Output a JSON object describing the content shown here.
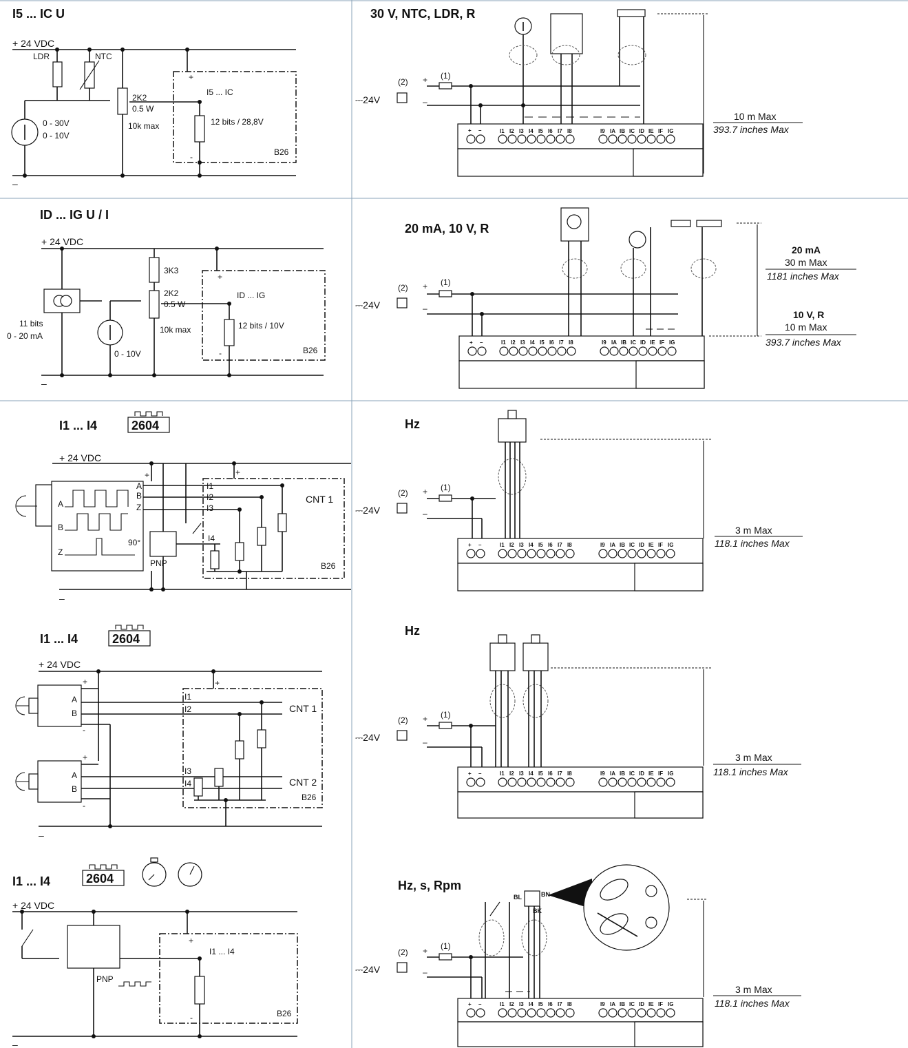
{
  "supply": {
    "plus_24vdc": "+ 24 VDC",
    "minus": "–",
    "dc24v": "⎓24V",
    "fuse_ref": "(1)",
    "supply_ref": "(2)",
    "plus": "+",
    "minus_term": "–"
  },
  "terminals": {
    "left_group": [
      "I1",
      "I2",
      "I3",
      "I4",
      "I5",
      "I6",
      "I7",
      "I8"
    ],
    "right_group": [
      "I9",
      "IA",
      "IB",
      "IC",
      "ID",
      "IE",
      "IF",
      "IG"
    ]
  },
  "rows": [
    {
      "left": {
        "title": "I5 ... IC   U",
        "labels": {
          "ldr": "LDR",
          "ntc": "NTC",
          "pot": "2K2",
          "pot_w": "0.5 W",
          "pot_max": "10k max",
          "src_range_1": "0 - 30V",
          "src_range_2": "0 - 10V",
          "input": "I5 ... IC",
          "res": "12 bits / 28,8V",
          "module": "B26"
        }
      },
      "right": {
        "title": "30 V, NTC, LDR,  R",
        "length": "10 m Max",
        "length_in": "393.7 inches Max"
      }
    },
    {
      "left": {
        "title": "ID ... IG   U / I",
        "labels": {
          "r1": "3K3",
          "pot": "2K2",
          "pot_w": "0.5 W",
          "pot_max": "10k max",
          "bits": "11 bits",
          "ma": "0 - 20 mA",
          "volt": "0 - 10V",
          "input": "ID ... IG",
          "res": "12 bits / 10V",
          "module": "B26"
        }
      },
      "right": {
        "title": "20 mA, 10 V,  R",
        "ma_head": "20 mA",
        "ma_len": "30 m Max",
        "ma_len_in": "1181 inches Max",
        "v_head": "10 V,  R",
        "v_len": "10 m Max",
        "v_len_in": "393.7 inches Max"
      }
    },
    {
      "left": {
        "title": "I1 ... I4",
        "badge": "2604",
        "labels": {
          "a": "A",
          "b": "B",
          "z": "Z",
          "deg": "90°",
          "pnp": "PNP",
          "cnt": "CNT 1",
          "module": "B26",
          "i1": "I1",
          "i2": "I2",
          "i3": "I3",
          "i4": "I4"
        }
      },
      "right": {
        "title": "Hz",
        "length": "3 m Max",
        "length_in": "118.1 inches Max"
      }
    },
    {
      "left": {
        "title": "I1 ... I4",
        "badge": "2604",
        "labels": {
          "a": "A",
          "b": "B",
          "cnt1": "CNT 1",
          "cnt2": "CNT 2",
          "module": "B26",
          "i1": "I1",
          "i2": "I2",
          "i3": "I3",
          "i4": "I4"
        }
      },
      "right": {
        "title": "Hz",
        "length": "3 m Max",
        "length_in": "118.1 inches Max"
      }
    },
    {
      "left": {
        "title": "I1 ... I4",
        "badge": "2604",
        "labels": {
          "pnp": "PNP",
          "input": "I1 ... I4",
          "module": "B26"
        }
      },
      "right": {
        "title": "Hz, s, Rpm",
        "bl": "BL",
        "bn": "BN",
        "bk": "BK",
        "length": "3 m Max",
        "length_in": "118.1 inches Max"
      }
    }
  ]
}
